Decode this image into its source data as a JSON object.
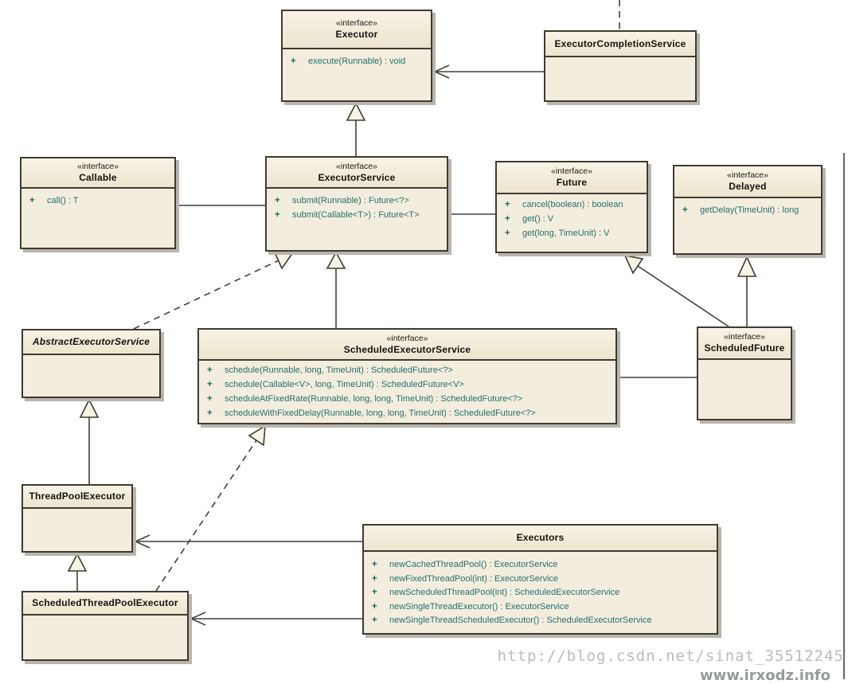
{
  "ui": {
    "plus": "+",
    "stereotype_interface": "«interface»"
  },
  "colors": {
    "box_fill": "#f3edde",
    "box_head_fill": "#ece4ce",
    "box_border": "#3f3b33",
    "method_text": "#24706e",
    "shadow": "#b9b5ac",
    "watermark": "#b9bdbc",
    "background": "#ffffff"
  },
  "classes": {
    "executor": {
      "stereotype": "«interface»",
      "name": "Executor",
      "methods": [
        "execute(Runnable) : void"
      ]
    },
    "executor_completion_service": {
      "name": "ExecutorCompletionService",
      "methods": []
    },
    "callable": {
      "stereotype": "«interface»",
      "name": "Callable",
      "methods": [
        "call() : T"
      ]
    },
    "executor_service": {
      "stereotype": "«interface»",
      "name": "ExecutorService",
      "methods": [
        "submit(Runnable) : Future<?>",
        "submit(Callable<T>) : Future<T>"
      ]
    },
    "future": {
      "stereotype": "«interface»",
      "name": "Future",
      "methods": [
        "cancel(boolean) : boolean",
        "get() : V",
        "get(long, TimeUnit) : V"
      ]
    },
    "delayed": {
      "stereotype": "«interface»",
      "name": "Delayed",
      "methods": [
        "getDelay(TimeUnit) : long"
      ]
    },
    "abstract_executor_service": {
      "name": "AbstractExecutorService",
      "methods": []
    },
    "scheduled_executor_service": {
      "stereotype": "«interface»",
      "name": "ScheduledExecutorService",
      "methods": [
        "schedule(Runnable, long, TimeUnit) : ScheduledFuture<?>",
        "schedule(Callable<V>, long, TimeUnit) : ScheduledFuture<V>",
        "scheduleAtFixedRate(Runnable, long, long, TimeUnit) : ScheduledFuture<?>",
        "scheduleWithFixedDelay(Runnable, long, long, TimeUnit) : ScheduledFuture<?>"
      ]
    },
    "scheduled_future": {
      "stereotype": "«interface»",
      "name": "ScheduledFuture",
      "methods": []
    },
    "thread_pool_executor": {
      "name": "ThreadPoolExecutor",
      "methods": []
    },
    "scheduled_thread_pool_executor": {
      "name": "ScheduledThreadPoolExecutor",
      "methods": []
    },
    "executors": {
      "name": "Executors",
      "methods": [
        "newCachedThreadPool() : ExecutorService",
        "newFixedThreadPool(int) : ExecutorService",
        "newScheduledThreadPool(int) : ScheduledExecutorService",
        "newSingleThreadExecutor() : ExecutorService",
        "newSingleThreadScheduledExecutor() : ScheduledExecutorService"
      ]
    }
  },
  "relationships": [
    "ExecutorService --|> Executor (generalization)",
    "ExecutorCompletionService --> Executor (association arrow)",
    "ExecutorCompletionService .. (dashed stub to top edge)",
    "Callable -- ExecutorService (association)",
    "ExecutorService -- Future (association)",
    "AbstractExecutorService ..|> ExecutorService (realization, dashed)",
    "ScheduledExecutorService --|> ExecutorService (generalization)",
    "ScheduledFuture --|> Future (generalization)",
    "ScheduledFuture --|> Delayed (generalization)",
    "ScheduledExecutorService -- ScheduledFuture (association)",
    "ThreadPoolExecutor --|> AbstractExecutorService (generalization)",
    "ScheduledThreadPoolExecutor --|> ThreadPoolExecutor (generalization)",
    "ScheduledThreadPoolExecutor ..|> ScheduledExecutorService (realization, dashed)",
    "Executors --> ThreadPoolExecutor (association arrow)",
    "Executors --> ScheduledThreadPoolExecutor (association arrow)"
  ],
  "watermark": {
    "line1": "http://blog.csdn.net/sinat_35512245",
    "line2": "www.irxodz.info"
  }
}
